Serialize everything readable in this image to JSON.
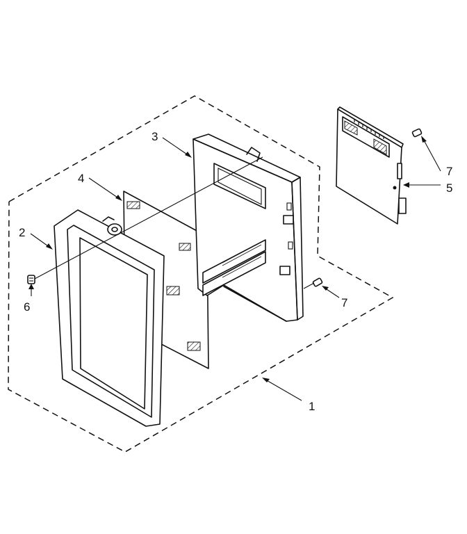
{
  "callouts": {
    "c1": "1",
    "c2": "2",
    "c3": "3",
    "c4": "4",
    "c5": "5",
    "c6": "6",
    "c7a": "7",
    "c7b": "7"
  },
  "icons": {
    "glass-panel": "hatched-glass",
    "screw": "screw-icon",
    "circuit-board": "board-icon"
  }
}
